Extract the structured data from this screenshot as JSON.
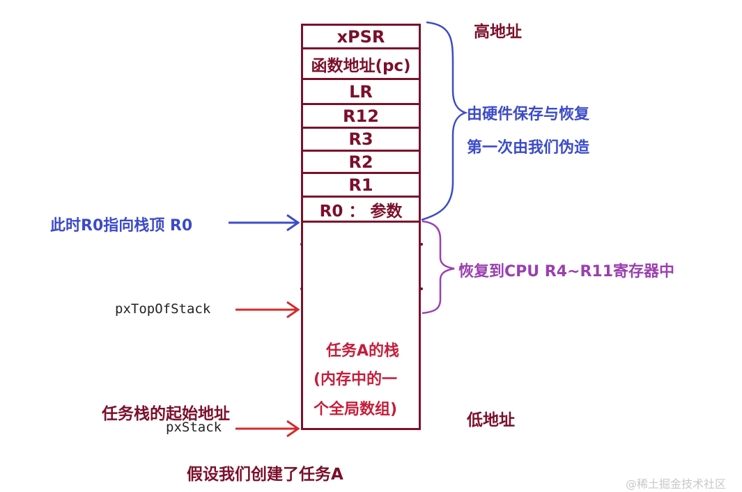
{
  "stack": {
    "cells": [
      "xPSR",
      "函数地址(pc)",
      "LR",
      "R12",
      "R3",
      "R2",
      "R1",
      "R0 ： 参数"
    ],
    "inner_label": [
      "任务A的栈",
      "(内存中的一",
      "个全局数组)"
    ]
  },
  "labels": {
    "high_address": "高地址",
    "low_address": "低地址",
    "hardware_saved_line1": "由硬件保存与恢复",
    "hardware_saved_line2": "第一次由我们伪造",
    "restore_registers": "恢复到CPU R4~R11寄存器中",
    "r0_pointer": "此时R0指向栈顶 R0",
    "px_top_of_stack": "pxTopOfStack",
    "stack_start": "任务栈的起始地址",
    "px_stack": "pxStack",
    "caption": "假设我们创建了任务A"
  },
  "watermark": "@稀土掘金技术社区",
  "colors": {
    "stack_border": "#7b0f2a",
    "blue": "#3b4bc8",
    "purple": "#9b3fb0",
    "red": "#c41e3a"
  }
}
